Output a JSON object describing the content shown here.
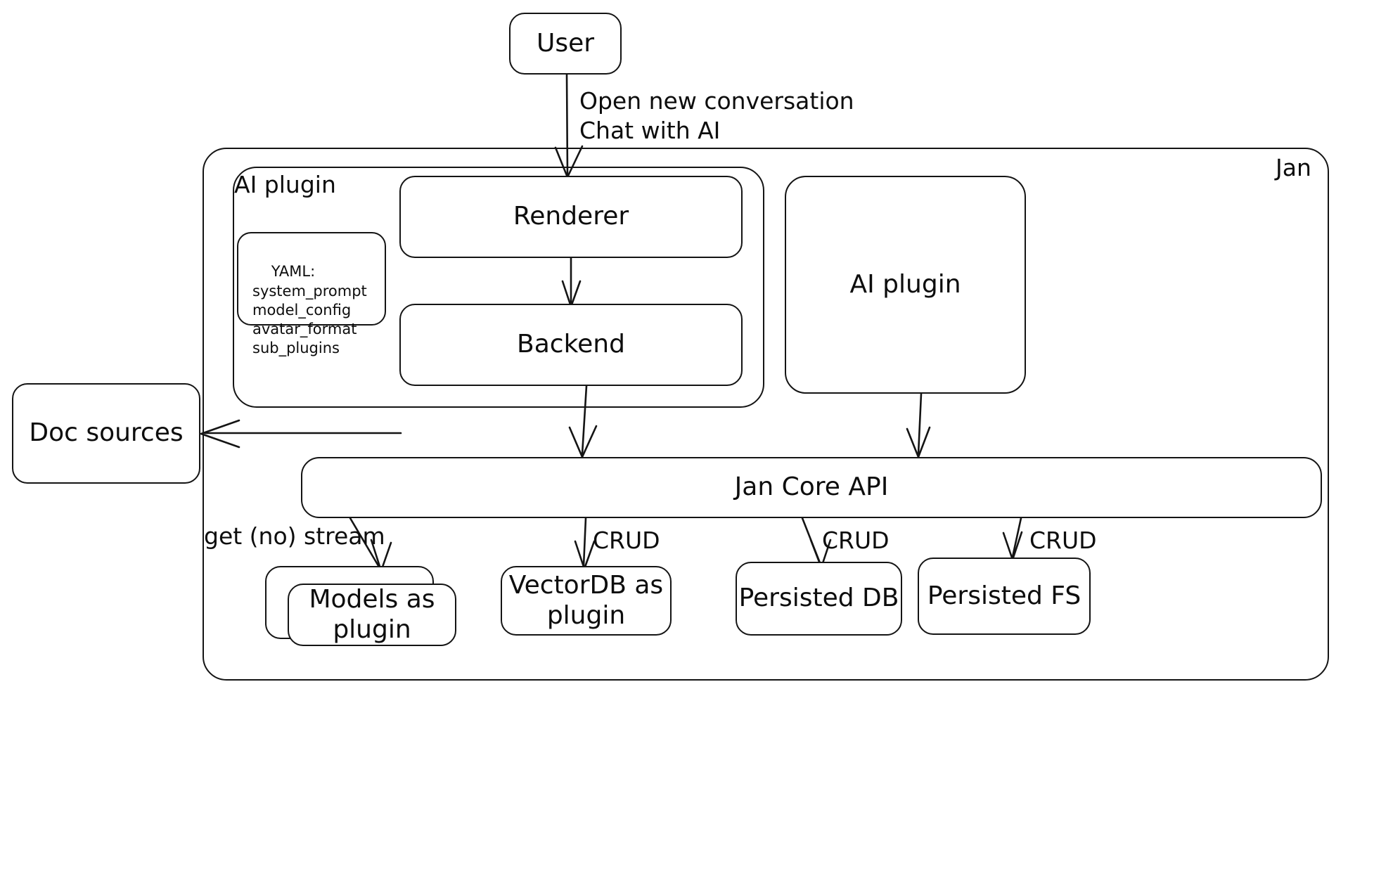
{
  "diagram": {
    "title": "Jan architecture overview",
    "style": "hand-drawn whiteboard flowchart",
    "stroke_color": "#141414",
    "background_color": "#ffffff"
  },
  "nodes": {
    "user": "User",
    "renderer": "Renderer",
    "backend": "Backend",
    "doc_sources": "Doc sources",
    "ai_plugin_right": "AI plugin",
    "jan_core_api": "Jan Core API",
    "models_as_plugin": "Models as\nplugin",
    "vectordb_as_plugin": "VectorDB as\nplugin",
    "persisted_db": "Persisted DB",
    "persisted_fs": "Persisted FS"
  },
  "containers": {
    "jan": "Jan",
    "ai_plugin": "AI plugin"
  },
  "yaml_card": {
    "heading": "YAML:",
    "keys": [
      "system_prompt",
      "model_config",
      "avatar_format",
      "sub_plugins"
    ],
    "text": "YAML:\nsystem_prompt\nmodel_config\navatar_format\nsub_plugins"
  },
  "edge_labels": {
    "user_to_renderer": "Open new conversation\nChat with AI",
    "core_to_models": "get (no) stream",
    "core_to_vectordb": "CRUD",
    "core_to_persisted_db": "CRUD",
    "core_to_persisted_fs": "CRUD"
  },
  "edges": [
    {
      "from": "user",
      "to": "renderer",
      "label": "Open new conversation / Chat with AI"
    },
    {
      "from": "renderer",
      "to": "backend",
      "label": ""
    },
    {
      "from": "backend",
      "to": "doc_sources",
      "label": ""
    },
    {
      "from": "backend",
      "to": "jan_core_api",
      "label": ""
    },
    {
      "from": "ai_plugin_right",
      "to": "jan_core_api",
      "label": ""
    },
    {
      "from": "jan_core_api",
      "to": "models_as_plugin",
      "label": "get (no) stream"
    },
    {
      "from": "jan_core_api",
      "to": "vectordb_as_plugin",
      "label": "CRUD"
    },
    {
      "from": "jan_core_api",
      "to": "persisted_db",
      "label": "CRUD"
    },
    {
      "from": "jan_core_api",
      "to": "persisted_fs",
      "label": "CRUD"
    }
  ]
}
